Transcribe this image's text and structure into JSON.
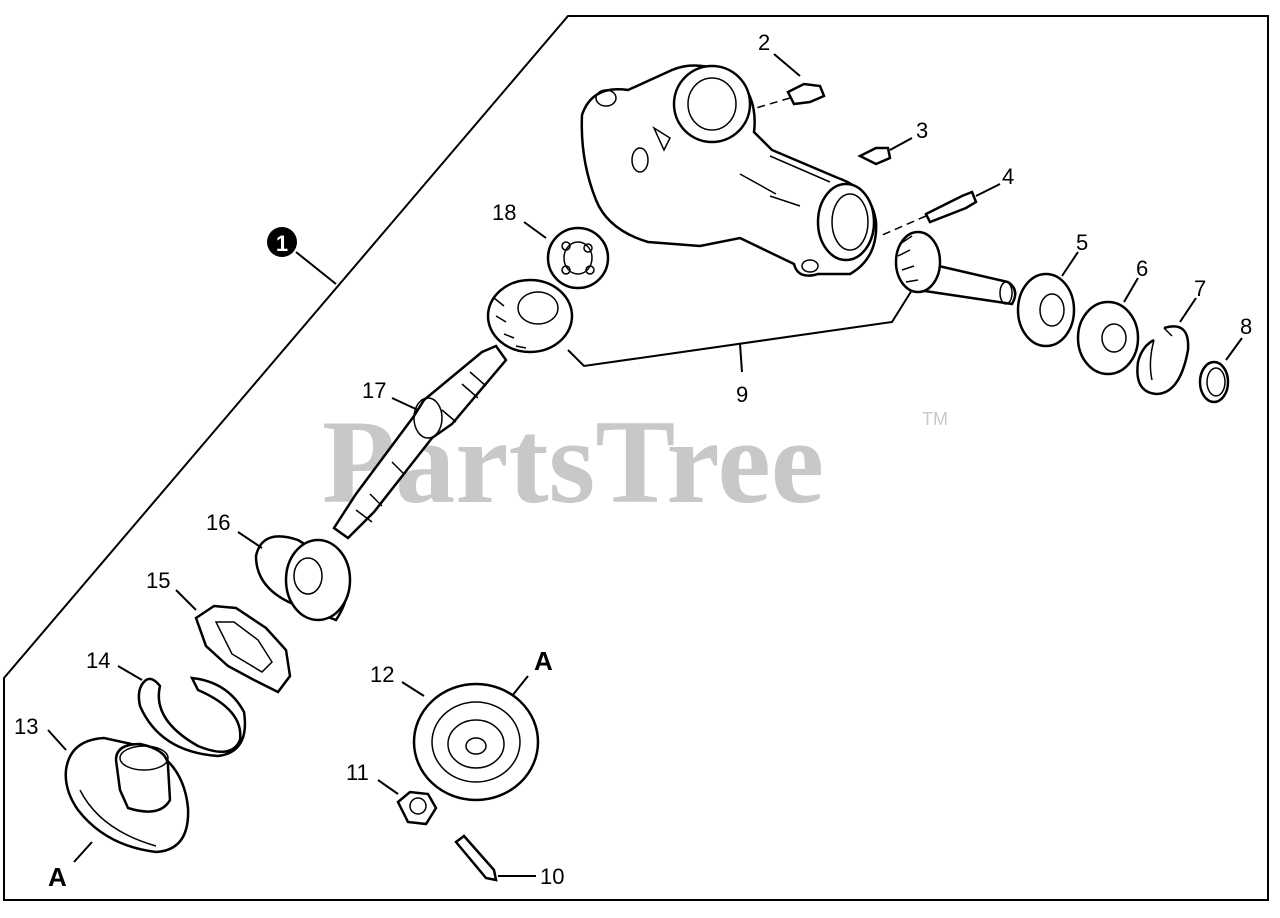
{
  "watermark": {
    "text": "PartsTree",
    "mark": "TM"
  },
  "assembly": {
    "number": "1"
  },
  "callouts": {
    "c2": "2",
    "c3": "3",
    "c4": "4",
    "c5": "5",
    "c6": "6",
    "c7": "7",
    "c8": "8",
    "c9": "9",
    "c10": "10",
    "c11": "11",
    "c12": "12",
    "c13": "13",
    "c14": "14",
    "c15": "15",
    "c16": "16",
    "c17": "17",
    "c18": "18"
  },
  "reference_marks": {
    "a_top": "A",
    "a_bottom": "A"
  }
}
